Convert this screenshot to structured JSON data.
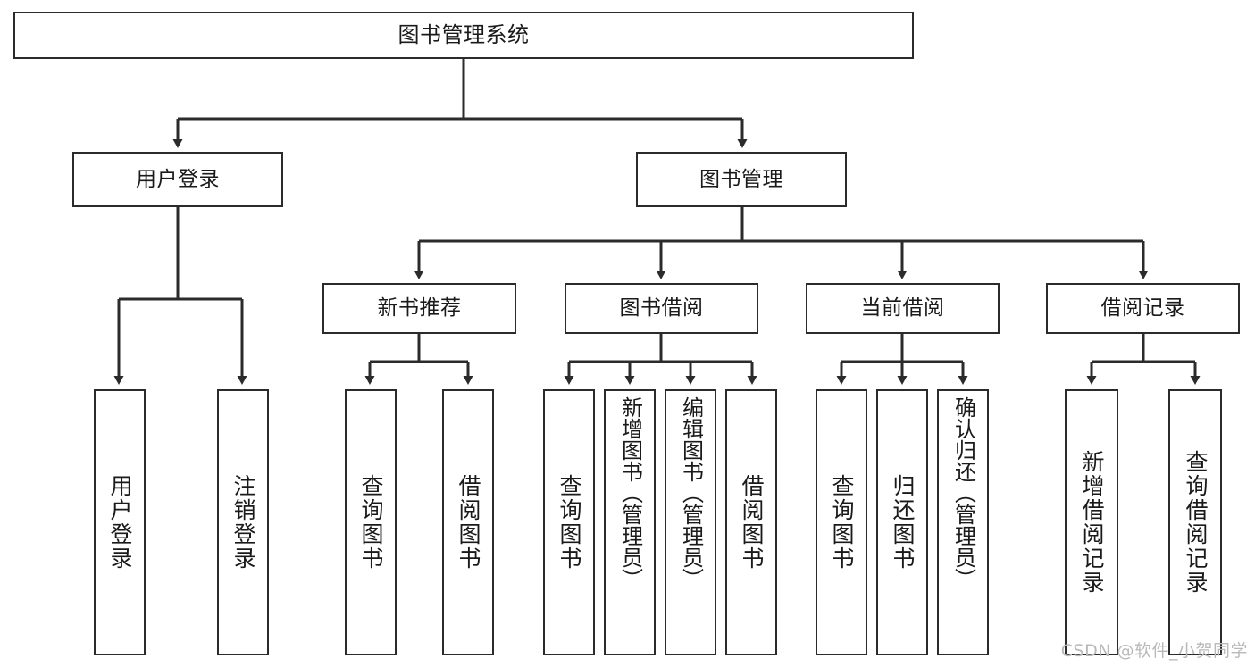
{
  "diagram": {
    "title": "图书管理系统",
    "type": "tree",
    "watermark": "CSDN @软件_小贺同学",
    "colors": {
      "border": "#2b2b2b",
      "background": "#ffffff",
      "text": "#1a1a1a",
      "edge": "#333333",
      "watermark": "#b9b9b9"
    },
    "nodes": {
      "root": {
        "label": "图书管理系统"
      },
      "level2": [
        {
          "id": "user-login",
          "label": "用户登录"
        },
        {
          "id": "book-manage",
          "label": "图书管理"
        }
      ],
      "level3": [
        {
          "id": "new-book-recommend",
          "label": "新书推荐"
        },
        {
          "id": "book-borrow",
          "label": "图书借阅"
        },
        {
          "id": "current-borrow",
          "label": "当前借阅"
        },
        {
          "id": "borrow-record",
          "label": "借阅记录"
        }
      ],
      "leaves": {
        "user-login": [
          {
            "id": "leaf-user-login",
            "label": "用户登录"
          },
          {
            "id": "leaf-logout-login",
            "label": "注销登录"
          }
        ],
        "new-book-recommend": [
          {
            "id": "leaf-query-book-1",
            "label": "查询图书"
          },
          {
            "id": "leaf-borrow-book-1",
            "label": "借阅图书"
          }
        ],
        "book-borrow": [
          {
            "id": "leaf-query-book-2",
            "label": "查询图书"
          },
          {
            "id": "leaf-add-book",
            "label": "新增图书（管理员）"
          },
          {
            "id": "leaf-edit-book",
            "label": "编辑图书（管理员）"
          },
          {
            "id": "leaf-borrow-book-2",
            "label": "借阅图书"
          }
        ],
        "current-borrow": [
          {
            "id": "leaf-query-book-3",
            "label": "查询图书"
          },
          {
            "id": "leaf-return-book",
            "label": "归还图书"
          },
          {
            "id": "leaf-confirm-return",
            "label": "确认归还（管理员）"
          }
        ],
        "borrow-record": [
          {
            "id": "leaf-add-record",
            "label": "新增借阅记录"
          },
          {
            "id": "leaf-query-record",
            "label": "查询借阅记录"
          }
        ]
      }
    }
  }
}
